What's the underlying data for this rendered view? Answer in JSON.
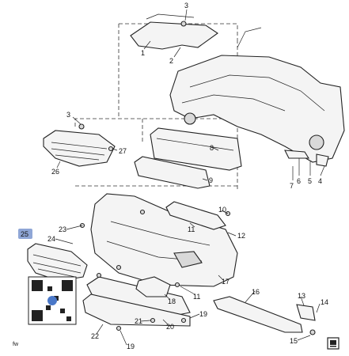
{
  "callouts": [
    {
      "id": "c1",
      "label": "1"
    },
    {
      "id": "c2",
      "label": "2"
    },
    {
      "id": "c3a",
      "label": "3"
    },
    {
      "id": "c3b",
      "label": "3"
    },
    {
      "id": "c4",
      "label": "4"
    },
    {
      "id": "c5",
      "label": "5"
    },
    {
      "id": "c6",
      "label": "6"
    },
    {
      "id": "c7",
      "label": "7"
    },
    {
      "id": "c8",
      "label": "8"
    },
    {
      "id": "c9",
      "label": "9"
    },
    {
      "id": "c10",
      "label": "10"
    },
    {
      "id": "c11a",
      "label": "11"
    },
    {
      "id": "c11b",
      "label": "11"
    },
    {
      "id": "c12",
      "label": "12"
    },
    {
      "id": "c13",
      "label": "13"
    },
    {
      "id": "c14",
      "label": "14"
    },
    {
      "id": "c15",
      "label": "15"
    },
    {
      "id": "c16",
      "label": "16"
    },
    {
      "id": "c17",
      "label": "17"
    },
    {
      "id": "c18",
      "label": "18"
    },
    {
      "id": "c19a",
      "label": "19"
    },
    {
      "id": "c19b",
      "label": "19"
    },
    {
      "id": "c20",
      "label": "20"
    },
    {
      "id": "c21",
      "label": "21"
    },
    {
      "id": "c22",
      "label": "22"
    },
    {
      "id": "c23",
      "label": "23"
    },
    {
      "id": "c24",
      "label": "24"
    },
    {
      "id": "c26",
      "label": "26"
    },
    {
      "id": "c27",
      "label": "27"
    }
  ],
  "highlight_badge": {
    "label": "25",
    "color": "#8fa6d6"
  },
  "corner_mark": "fw",
  "colors": {
    "ink": "#222222",
    "badge_fill": "#8fa6d6"
  }
}
